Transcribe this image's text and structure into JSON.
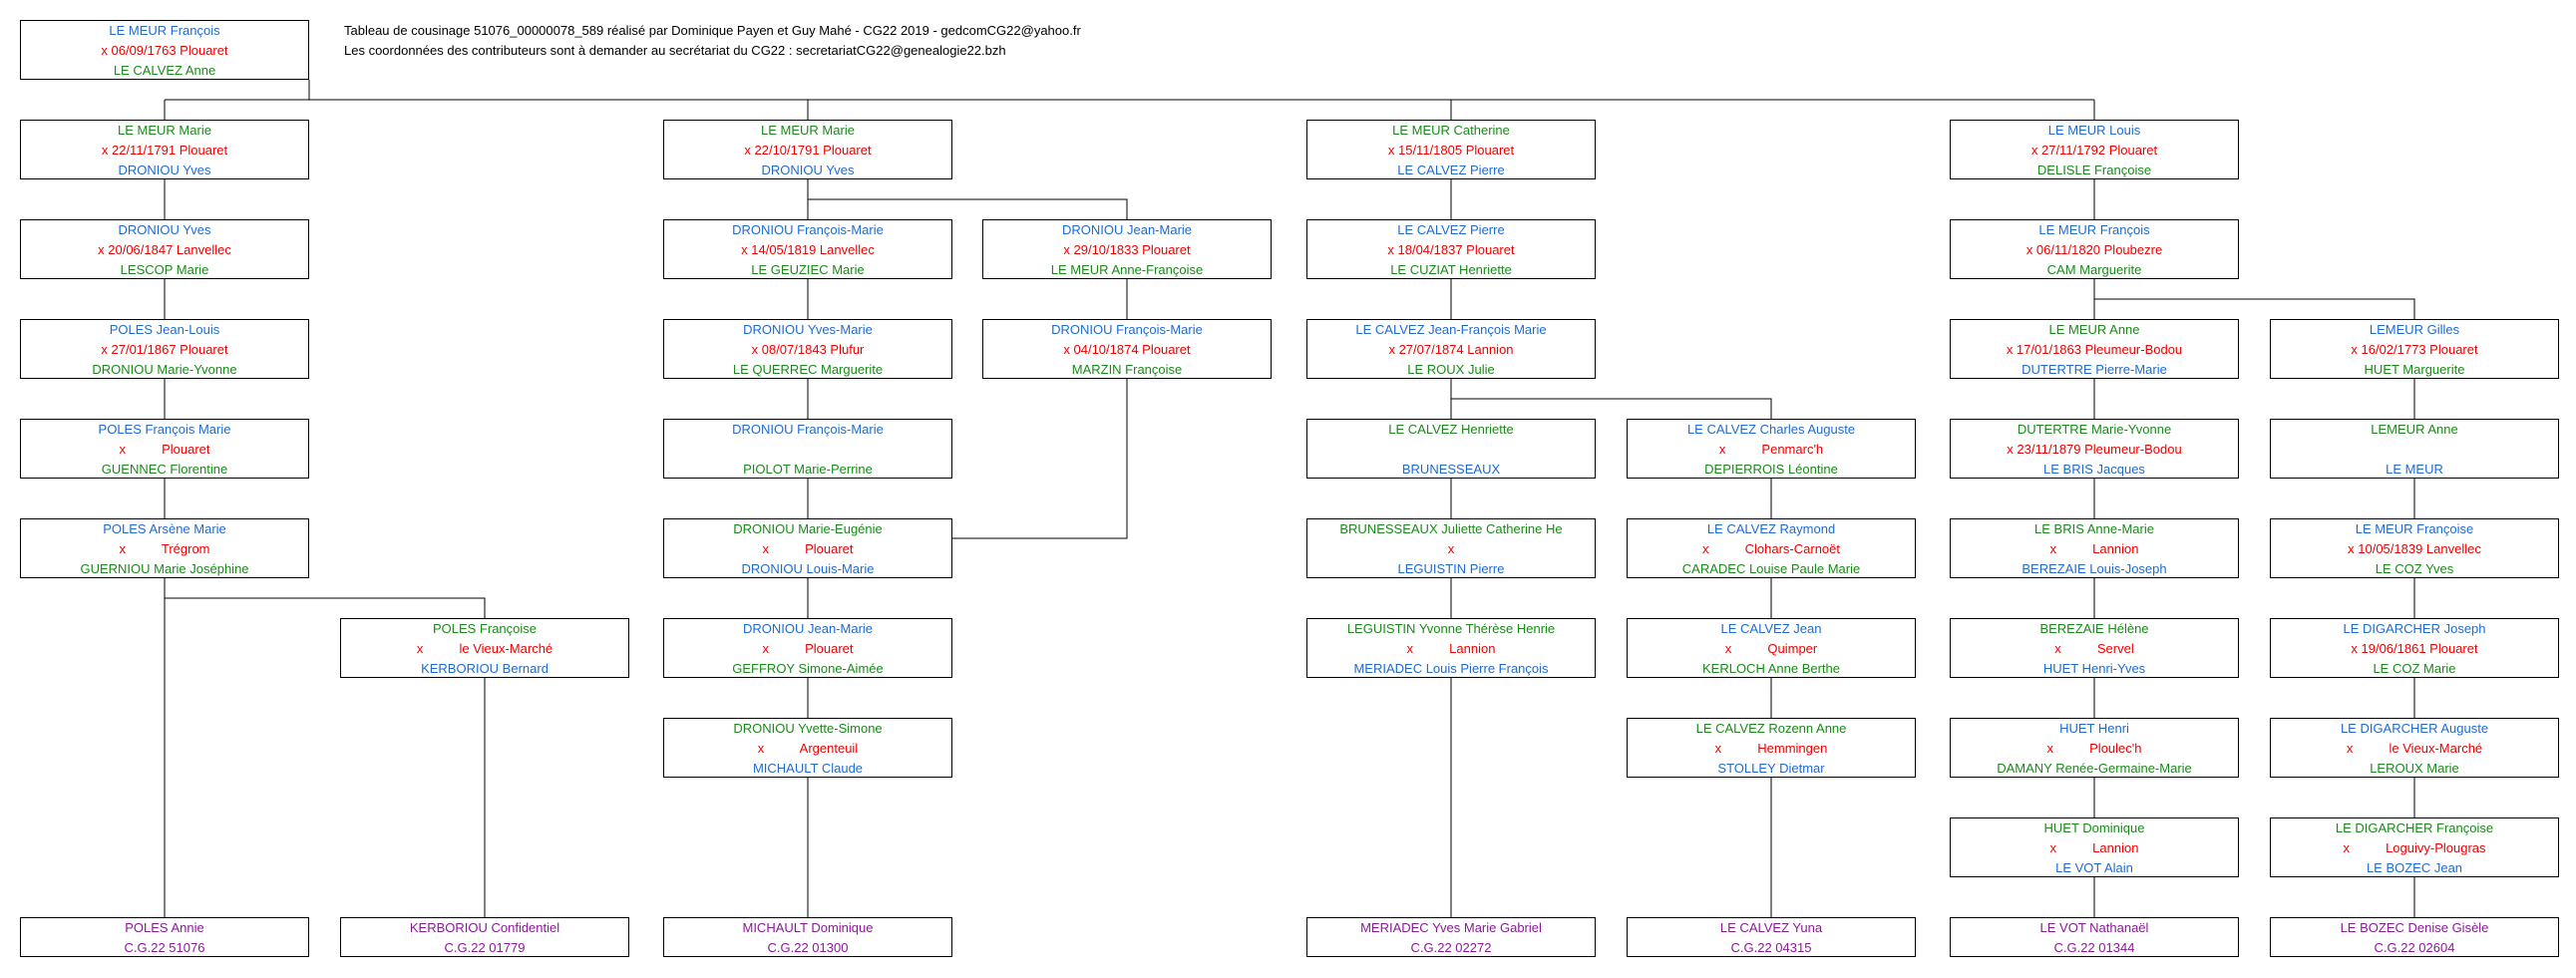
{
  "header": {
    "line1": "Tableau de cousinage 51076_00000078_589 réalisé par Dominique Payen et Guy Mahé - CG22 2019 - gedcomCG22@yahoo.fr",
    "line2": "Les coordonnées des contributeurs sont à demander au secrétariat du CG22 :  secretariatCG22@genealogie22.bzh"
  },
  "colors": {
    "blue": "#1f6bd0",
    "red": "#ee0000",
    "green": "#1a8a1a",
    "purple": "#8b1a99"
  },
  "boxes": [
    {
      "id": "b0",
      "lines": [
        {
          "t": "LE MEUR François",
          "c": "b"
        },
        {
          "t": "x 06/09/1763 Plouaret",
          "c": "r"
        },
        {
          "t": "LE CALVEZ Anne",
          "c": "g"
        }
      ]
    },
    {
      "id": "b1",
      "lines": [
        {
          "t": "LE MEUR Marie",
          "c": "g"
        },
        {
          "t": "x 22/11/1791 Plouaret",
          "c": "r"
        },
        {
          "t": "DRONIOU Yves",
          "c": "b"
        }
      ]
    },
    {
      "id": "b2",
      "lines": [
        {
          "t": "DRONIOU Yves",
          "c": "b"
        },
        {
          "t": "x 20/06/1847 Lanvellec",
          "c": "r"
        },
        {
          "t": "LESCOP Marie",
          "c": "g"
        }
      ]
    },
    {
      "id": "b3",
      "lines": [
        {
          "t": "POLES Jean-Louis",
          "c": "b"
        },
        {
          "t": "x 27/01/1867 Plouaret",
          "c": "r"
        },
        {
          "t": "DRONIOU Marie-Yvonne",
          "c": "g"
        }
      ]
    },
    {
      "id": "b4",
      "lines": [
        {
          "t": "POLES François Marie",
          "c": "b"
        },
        {
          "t": "x          Plouaret",
          "c": "r"
        },
        {
          "t": "GUENNEC Florentine",
          "c": "g"
        }
      ]
    },
    {
      "id": "b5",
      "lines": [
        {
          "t": "POLES Arsène Marie",
          "c": "b"
        },
        {
          "t": "x          Trégrom",
          "c": "r"
        },
        {
          "t": "GUERNIOU Marie Joséphine",
          "c": "g"
        }
      ]
    },
    {
      "id": "b6",
      "lines": [
        {
          "t": "POLES Françoise",
          "c": "g"
        },
        {
          "t": "x          le Vieux-Marché",
          "c": "r"
        },
        {
          "t": "KERBORIOU Bernard",
          "c": "b"
        }
      ]
    },
    {
      "id": "e1",
      "end": true,
      "lines": [
        {
          "t": "POLES Annie",
          "c": "p"
        },
        {
          "t": "C.G.22 51076",
          "c": "p"
        }
      ]
    },
    {
      "id": "e2",
      "end": true,
      "lines": [
        {
          "t": "KERBORIOU Confidentiel",
          "c": "p"
        },
        {
          "t": "C.G.22 01779",
          "c": "p"
        }
      ]
    },
    {
      "id": "b7",
      "lines": [
        {
          "t": "LE MEUR Marie",
          "c": "g"
        },
        {
          "t": "x 22/10/1791 Plouaret",
          "c": "r"
        },
        {
          "t": "DRONIOU Yves",
          "c": "b"
        }
      ]
    },
    {
      "id": "b8",
      "lines": [
        {
          "t": "DRONIOU François-Marie",
          "c": "b"
        },
        {
          "t": "x 14/05/1819 Lanvellec",
          "c": "r"
        },
        {
          "t": "LE GEUZIEC Marie",
          "c": "g"
        }
      ]
    },
    {
      "id": "b9",
      "lines": [
        {
          "t": "DRONIOU Jean-Marie",
          "c": "b"
        },
        {
          "t": "x 29/10/1833 Plouaret",
          "c": "r"
        },
        {
          "t": "LE MEUR Anne-Françoise",
          "c": "g"
        }
      ]
    },
    {
      "id": "b10",
      "lines": [
        {
          "t": "DRONIOU Yves-Marie",
          "c": "b"
        },
        {
          "t": "x 08/07/1843 Plufur",
          "c": "r"
        },
        {
          "t": "LE QUERREC Marguerite",
          "c": "g"
        }
      ]
    },
    {
      "id": "b11",
      "lines": [
        {
          "t": "DRONIOU François-Marie",
          "c": "b"
        },
        {
          "t": "x 04/10/1874 Plouaret",
          "c": "r"
        },
        {
          "t": "MARZIN Françoise",
          "c": "g"
        }
      ]
    },
    {
      "id": "b12",
      "lines": [
        {
          "t": "DRONIOU François-Marie",
          "c": "b"
        },
        {
          "t": "",
          "c": "r"
        },
        {
          "t": "PIOLOT Marie-Perrine",
          "c": "g"
        }
      ]
    },
    {
      "id": "b13",
      "lines": [
        {
          "t": "DRONIOU Marie-Eugénie",
          "c": "g"
        },
        {
          "t": "x          Plouaret",
          "c": "r"
        },
        {
          "t": "DRONIOU Louis-Marie",
          "c": "b"
        }
      ]
    },
    {
      "id": "b14",
      "lines": [
        {
          "t": "DRONIOU Jean-Marie",
          "c": "b"
        },
        {
          "t": "x          Plouaret",
          "c": "r"
        },
        {
          "t": "GEFFROY Simone-Aimée",
          "c": "g"
        }
      ]
    },
    {
      "id": "b15",
      "lines": [
        {
          "t": "DRONIOU Yvette-Simone",
          "c": "g"
        },
        {
          "t": "x          Argenteuil",
          "c": "r"
        },
        {
          "t": "MICHAULT Claude",
          "c": "b"
        }
      ]
    },
    {
      "id": "e3",
      "end": true,
      "lines": [
        {
          "t": "MICHAULT Dominique",
          "c": "p"
        },
        {
          "t": "C.G.22 01300",
          "c": "p"
        }
      ]
    },
    {
      "id": "b16",
      "lines": [
        {
          "t": "LE MEUR Catherine",
          "c": "g"
        },
        {
          "t": "x 15/11/1805 Plouaret",
          "c": "r"
        },
        {
          "t": "LE CALVEZ Pierre",
          "c": "b"
        }
      ]
    },
    {
      "id": "b17",
      "lines": [
        {
          "t": "LE CALVEZ Pierre",
          "c": "b"
        },
        {
          "t": "x 18/04/1837 Plouaret",
          "c": "r"
        },
        {
          "t": "LE CUZIAT Henriette",
          "c": "g"
        }
      ]
    },
    {
      "id": "b18",
      "lines": [
        {
          "t": "LE CALVEZ Jean-François Marie",
          "c": "b"
        },
        {
          "t": "x 27/07/1874 Lannion",
          "c": "r"
        },
        {
          "t": "LE ROUX Julie",
          "c": "g"
        }
      ]
    },
    {
      "id": "b19",
      "lines": [
        {
          "t": "LE CALVEZ Henriette",
          "c": "g"
        },
        {
          "t": "",
          "c": "r"
        },
        {
          "t": "BRUNESSEAUX",
          "c": "b"
        }
      ]
    },
    {
      "id": "b20",
      "lines": [
        {
          "t": "BRUNESSEAUX Juliette Catherine He",
          "c": "g"
        },
        {
          "t": "x",
          "c": "r"
        },
        {
          "t": "LEGUISTIN Pierre",
          "c": "b"
        }
      ]
    },
    {
      "id": "b21",
      "lines": [
        {
          "t": "LEGUISTIN Yvonne Thérèse Henrie",
          "c": "g"
        },
        {
          "t": "x          Lannion",
          "c": "r"
        },
        {
          "t": "MERIADEC Louis Pierre François",
          "c": "b"
        }
      ]
    },
    {
      "id": "e4",
      "end": true,
      "lines": [
        {
          "t": "MERIADEC Yves Marie Gabriel",
          "c": "p"
        },
        {
          "t": "C.G.22 02272",
          "c": "p"
        }
      ]
    },
    {
      "id": "b22",
      "lines": [
        {
          "t": "LE CALVEZ Charles Auguste",
          "c": "b"
        },
        {
          "t": "x          Penmarc'h",
          "c": "r"
        },
        {
          "t": "DEPIERROIS Léontine",
          "c": "g"
        }
      ]
    },
    {
      "id": "b23",
      "lines": [
        {
          "t": "LE CALVEZ Raymond",
          "c": "b"
        },
        {
          "t": "x          Clohars-Carnoët",
          "c": "r"
        },
        {
          "t": "CARADEC Louise Paule Marie",
          "c": "g"
        }
      ]
    },
    {
      "id": "b24",
      "lines": [
        {
          "t": "LE CALVEZ Jean",
          "c": "b"
        },
        {
          "t": "x          Quimper",
          "c": "r"
        },
        {
          "t": "KERLOCH Anne Berthe",
          "c": "g"
        }
      ]
    },
    {
      "id": "b25",
      "lines": [
        {
          "t": "LE CALVEZ Rozenn Anne",
          "c": "g"
        },
        {
          "t": "x          Hemmingen",
          "c": "r"
        },
        {
          "t": "STOLLEY Dietmar",
          "c": "b"
        }
      ]
    },
    {
      "id": "e5",
      "end": true,
      "lines": [
        {
          "t": "LE CALVEZ Yuna",
          "c": "p"
        },
        {
          "t": "C.G.22 04315",
          "c": "p"
        }
      ]
    },
    {
      "id": "b26",
      "lines": [
        {
          "t": "LE MEUR Louis",
          "c": "b"
        },
        {
          "t": "x 27/11/1792 Plouaret",
          "c": "r"
        },
        {
          "t": "DELISLE Françoise",
          "c": "g"
        }
      ]
    },
    {
      "id": "b27",
      "lines": [
        {
          "t": "LE MEUR François",
          "c": "b"
        },
        {
          "t": "x 06/11/1820 Ploubezre",
          "c": "r"
        },
        {
          "t": "CAM Marguerite",
          "c": "g"
        }
      ]
    },
    {
      "id": "b28",
      "lines": [
        {
          "t": "LE MEUR Anne",
          "c": "g"
        },
        {
          "t": "x 17/01/1863 Pleumeur-Bodou",
          "c": "r"
        },
        {
          "t": "DUTERTRE Pierre-Marie",
          "c": "b"
        }
      ]
    },
    {
      "id": "b29",
      "lines": [
        {
          "t": "DUTERTRE Marie-Yvonne",
          "c": "g"
        },
        {
          "t": "x 23/11/1879 Pleumeur-Bodou",
          "c": "r"
        },
        {
          "t": "LE BRIS Jacques",
          "c": "b"
        }
      ]
    },
    {
      "id": "b30",
      "lines": [
        {
          "t": "LE BRIS Anne-Marie",
          "c": "g"
        },
        {
          "t": "x          Lannion",
          "c": "r"
        },
        {
          "t": "BEREZAIE Louis-Joseph",
          "c": "b"
        }
      ]
    },
    {
      "id": "b31",
      "lines": [
        {
          "t": "BEREZAIE Hélène",
          "c": "g"
        },
        {
          "t": "x          Servel",
          "c": "r"
        },
        {
          "t": "HUET Henri-Yves",
          "c": "b"
        }
      ]
    },
    {
      "id": "b32",
      "lines": [
        {
          "t": "HUET Henri",
          "c": "b"
        },
        {
          "t": "x          Ploulec'h",
          "c": "r"
        },
        {
          "t": "DAMANY Renée-Germaine-Marie",
          "c": "g"
        }
      ]
    },
    {
      "id": "b33",
      "lines": [
        {
          "t": "HUET Dominique",
          "c": "g"
        },
        {
          "t": "x          Lannion",
          "c": "r"
        },
        {
          "t": "LE VOT Alain",
          "c": "b"
        }
      ]
    },
    {
      "id": "e6",
      "end": true,
      "lines": [
        {
          "t": "LE VOT Nathanaël",
          "c": "p"
        },
        {
          "t": "C.G.22 01344",
          "c": "p"
        }
      ]
    },
    {
      "id": "b34",
      "lines": [
        {
          "t": "LEMEUR Gilles",
          "c": "b"
        },
        {
          "t": "x 16/02/1773 Plouaret",
          "c": "r"
        },
        {
          "t": "HUET Marguerite",
          "c": "g"
        }
      ]
    },
    {
      "id": "b35",
      "lines": [
        {
          "t": "LEMEUR Anne",
          "c": "g"
        },
        {
          "t": "",
          "c": "r"
        },
        {
          "t": "LE MEUR",
          "c": "b"
        }
      ]
    },
    {
      "id": "b36",
      "lines": [
        {
          "t": "LE MEUR Françoise",
          "c": "b"
        },
        {
          "t": "x 10/05/1839 Lanvellec",
          "c": "r"
        },
        {
          "t": "LE COZ Yves",
          "c": "g"
        }
      ]
    },
    {
      "id": "b37",
      "lines": [
        {
          "t": "LE DIGARCHER Joseph",
          "c": "b"
        },
        {
          "t": "x 19/06/1861 Plouaret",
          "c": "r"
        },
        {
          "t": "LE COZ Marie",
          "c": "g"
        }
      ]
    },
    {
      "id": "b38",
      "lines": [
        {
          "t": "LE DIGARCHER Auguste",
          "c": "b"
        },
        {
          "t": "x          le Vieux-Marché",
          "c": "r"
        },
        {
          "t": "LEROUX Marie",
          "c": "g"
        }
      ]
    },
    {
      "id": "b39",
      "lines": [
        {
          "t": "LE DIGARCHER Françoise",
          "c": "g"
        },
        {
          "t": "x          Loguivy-Plougras",
          "c": "r"
        },
        {
          "t": "LE BOZEC Jean",
          "c": "b"
        }
      ]
    },
    {
      "id": "e7",
      "end": true,
      "lines": [
        {
          "t": "LE BOZEC Denise Gisèle",
          "c": "p"
        },
        {
          "t": "C.G.22 02604",
          "c": "p"
        }
      ]
    }
  ]
}
